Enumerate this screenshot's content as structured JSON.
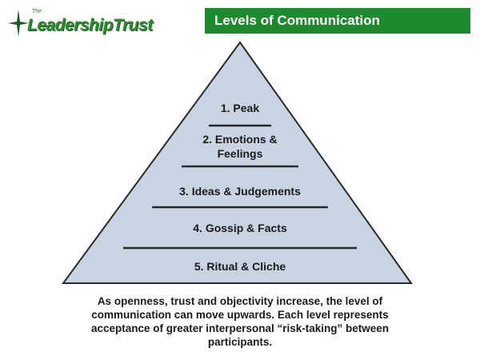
{
  "logo": {
    "small": "The",
    "text": "LeadershipTrust",
    "color": "#2e8b2e"
  },
  "title": "Levels of Communication",
  "title_color": "#1e8a2e",
  "pyramid": {
    "fill_color": "#c9d4e3",
    "levels": [
      {
        "label": "1. Peak"
      },
      {
        "label": "2. Emotions &",
        "label2": "Feelings"
      },
      {
        "label": "3. Ideas & Judgements"
      },
      {
        "label": "4. Gossip & Facts"
      },
      {
        "label": "5. Ritual & Cliche"
      }
    ]
  },
  "caption": {
    "line1": "As openness, trust and objectivity increase, the level of",
    "line2": "communication can move upwards.  Each level represents",
    "line3": "acceptance of greater interpersonal “risk-taking” between",
    "line4": "participants."
  }
}
